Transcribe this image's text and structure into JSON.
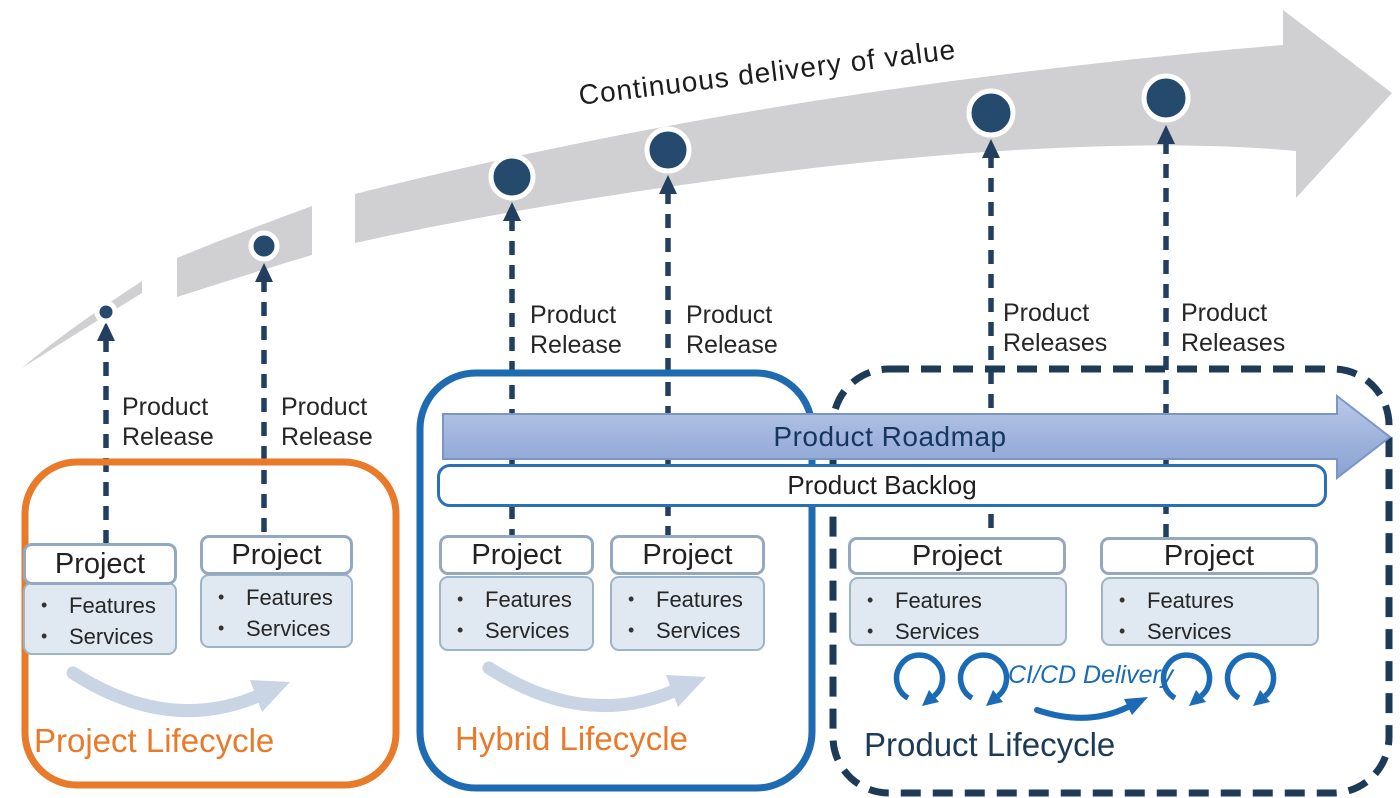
{
  "banner": {
    "label": "Continuous delivery of value"
  },
  "releases": [
    {
      "line1": "Product",
      "line2": "Release"
    },
    {
      "line1": "Product",
      "line2": "Release"
    },
    {
      "line1": "Product",
      "line2": "Release"
    },
    {
      "line1": "Product",
      "line2": "Release"
    },
    {
      "line1": "Product",
      "line2": "Releases"
    },
    {
      "line1": "Product",
      "line2": "Releases"
    }
  ],
  "roadmap": {
    "label": "Product Roadmap"
  },
  "backlog": {
    "label": "Product Backlog"
  },
  "card": {
    "title": "Project",
    "bullet": "•",
    "items": [
      "Features",
      "Services"
    ]
  },
  "lifecycles": [
    {
      "label": "Project Lifecycle"
    },
    {
      "label": "Hybrid Lifecycle"
    },
    {
      "label": "Product Lifecycle"
    }
  ],
  "cicd": {
    "label": "CI/CD Delivery"
  },
  "colors": {
    "orange": "#e87a29",
    "blue": "#1e6bb1",
    "navy": "#1d3a57",
    "band_gray": "#d0d0d3",
    "dot_navy": "#264a6d",
    "connector_navy": "#223f61",
    "roadmap_text": "#17365d",
    "roadmap_fill_top": "#bcc9e6",
    "roadmap_fill_bottom": "#8aa3d3",
    "card_border": "#92a9c1",
    "card_fill": "#e0e8f1",
    "swoosh": "#c9d5e4",
    "cicd_blue": "#1b6ab5"
  }
}
